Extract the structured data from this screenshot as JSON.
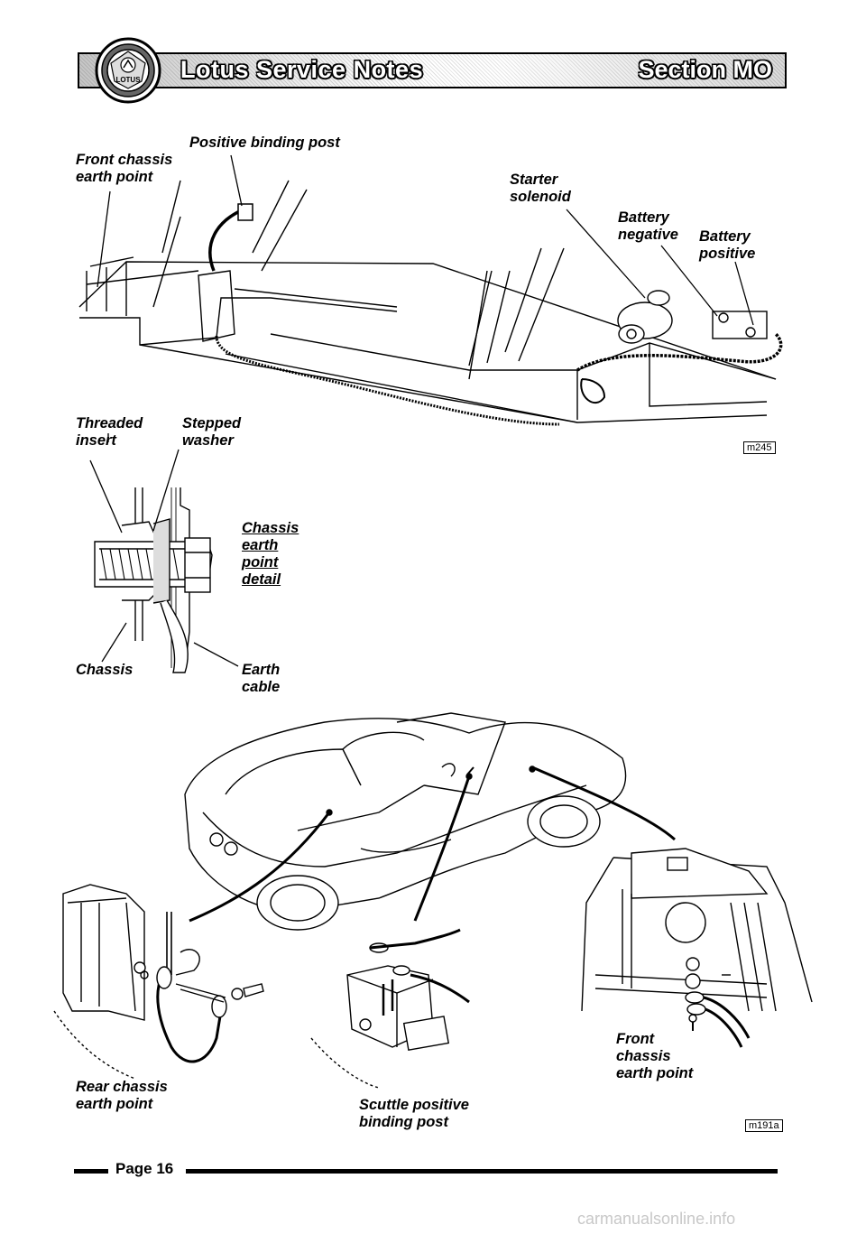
{
  "header": {
    "title": "Lotus Service Notes",
    "section": "Section MO",
    "logo_letters": "LOTUS"
  },
  "figure_top": {
    "labels": {
      "front_chassis_earth_point": "Front chassis\nearth point",
      "positive_binding_post": "Positive binding post",
      "starter_solenoid": "Starter\nsolenoid",
      "battery_negative": "Battery\nnegative",
      "battery_positive": "Battery\npositive"
    },
    "ref": "m245"
  },
  "figure_detail": {
    "labels": {
      "threaded_insert": "Threaded\ninsert",
      "stepped_washer": "Stepped\nwasher",
      "chassis_earth_point_detail": "Chassis\nearth\npoint\ndetail",
      "chassis": "Chassis",
      "earth_cable": "Earth\ncable"
    }
  },
  "figure_car": {
    "labels": {
      "rear_chassis_earth_point": "Rear chassis\nearth point",
      "scuttle_positive_binding_post": "Scuttle positive\nbinding post",
      "front_chassis_earth_point": "Front\nchassis\nearth point"
    },
    "ref": "m191a"
  },
  "footer": {
    "page": "Page 16",
    "watermark": "carmanualsonline.info"
  }
}
